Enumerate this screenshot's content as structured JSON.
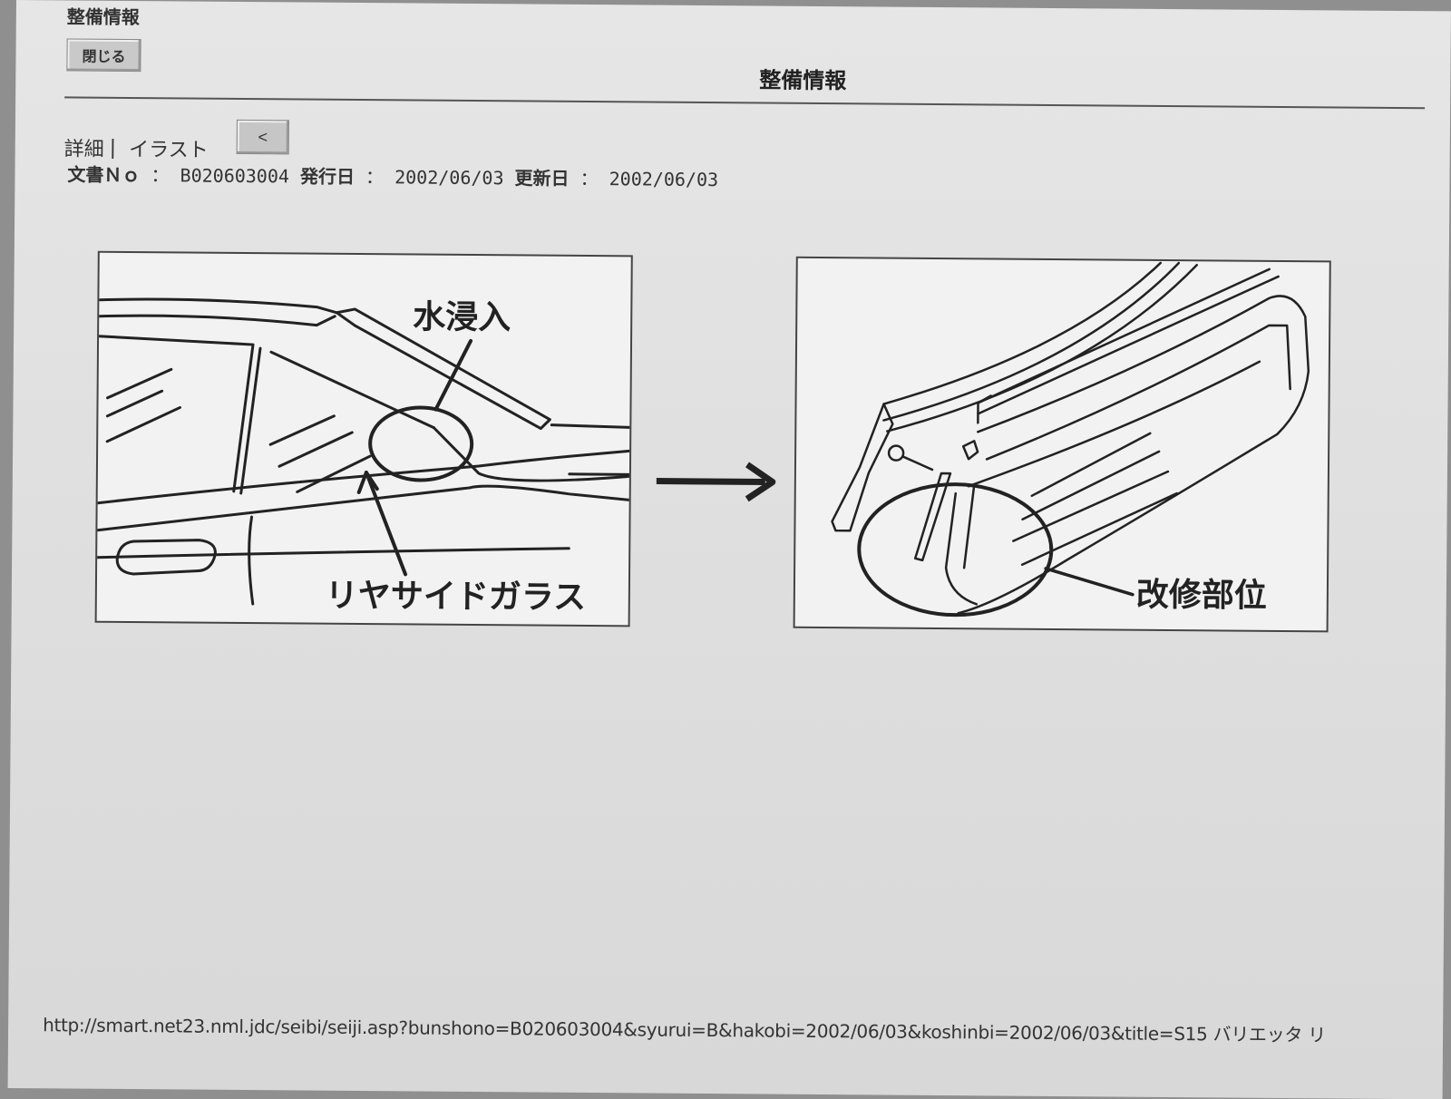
{
  "window": {
    "title": "整備情報"
  },
  "toolbar": {
    "close_label": "閉じる"
  },
  "page": {
    "title": "整備情報"
  },
  "tabs": {
    "detail": "詳細",
    "separator": "|",
    "illust": "イラスト",
    "back_label": "<"
  },
  "doc": {
    "no_label": "文書Ｎｏ",
    "no_value": "B020603004",
    "issue_label": "発行日",
    "issue_value": "2002/06/03",
    "update_label": "更新日",
    "update_value": "2002/06/03",
    "colon": "："
  },
  "illustration_left": {
    "callout_top": "水浸入",
    "callout_bottom": "リヤサイドガラス"
  },
  "illustration_right": {
    "callout": "改修部位"
  },
  "footer": {
    "url": "http://smart.net23.nml.jdc/seibi/seiji.asp?bunshono=B020603004&syurui=B&hakobi=2002/06/03&koshinbi=2002/06/03&title=S15 バリエッタ リ"
  }
}
